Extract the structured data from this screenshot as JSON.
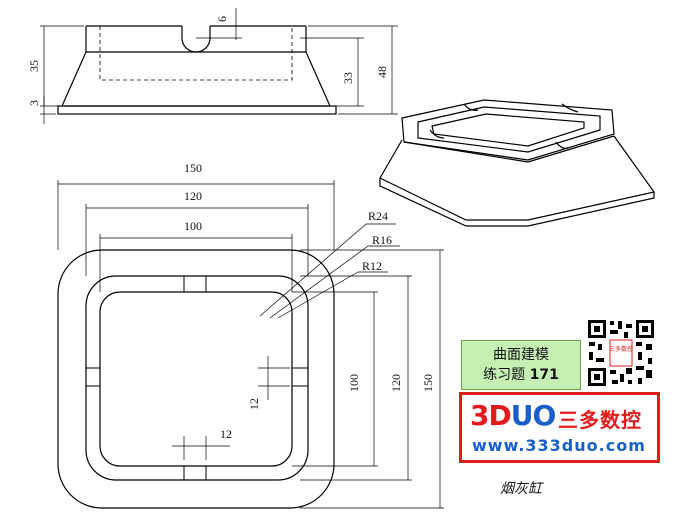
{
  "dimensions": {
    "front_view": {
      "slot_depth": "6",
      "upper_height": "35",
      "base_height": "3",
      "inner_depth": "33",
      "total_height": "48"
    },
    "plan_view": {
      "outer_width": "150",
      "middle_width": "120",
      "inner_width": "100",
      "outer_height": "150",
      "middle_height": "120",
      "inner_height": "100",
      "radius_outer": "R24",
      "radius_middle": "R16",
      "radius_inner": "R12",
      "slot_width_vertical": "12",
      "slot_width_horizontal": "12"
    }
  },
  "title_box": {
    "line1": "曲面建模",
    "line2_text": "练习题",
    "line2_number": "171"
  },
  "brand": {
    "logo_part1": "3D",
    "logo_part2": "UO",
    "name_cn": "三多数控",
    "url": "www.333duo.com"
  },
  "qr": {
    "center_label": "三多数控"
  },
  "caption": "烟灰缸",
  "colors": {
    "title_box_bg": "#c6efb3",
    "brand_red": "#e21c1c",
    "brand_blue": "#1a5fc9"
  }
}
